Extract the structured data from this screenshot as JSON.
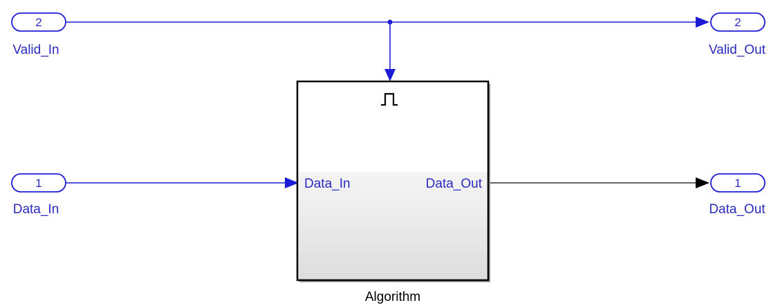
{
  "diagram": {
    "inports": [
      {
        "number": "2",
        "name": "Valid_In"
      },
      {
        "number": "1",
        "name": "Data_In"
      }
    ],
    "outports": [
      {
        "number": "2",
        "name": "Valid_Out"
      },
      {
        "number": "1",
        "name": "Data_Out"
      }
    ],
    "subsystem": {
      "name": "Algorithm",
      "enable_icon": "pulse-enable-icon",
      "input_port_label": "Data_In",
      "output_port_label": "Data_Out"
    },
    "colors": {
      "signal_blue": "#1c1cd6",
      "signal_black": "#000000",
      "port_text": "#2a2ac0",
      "block_border": "#000000"
    }
  }
}
